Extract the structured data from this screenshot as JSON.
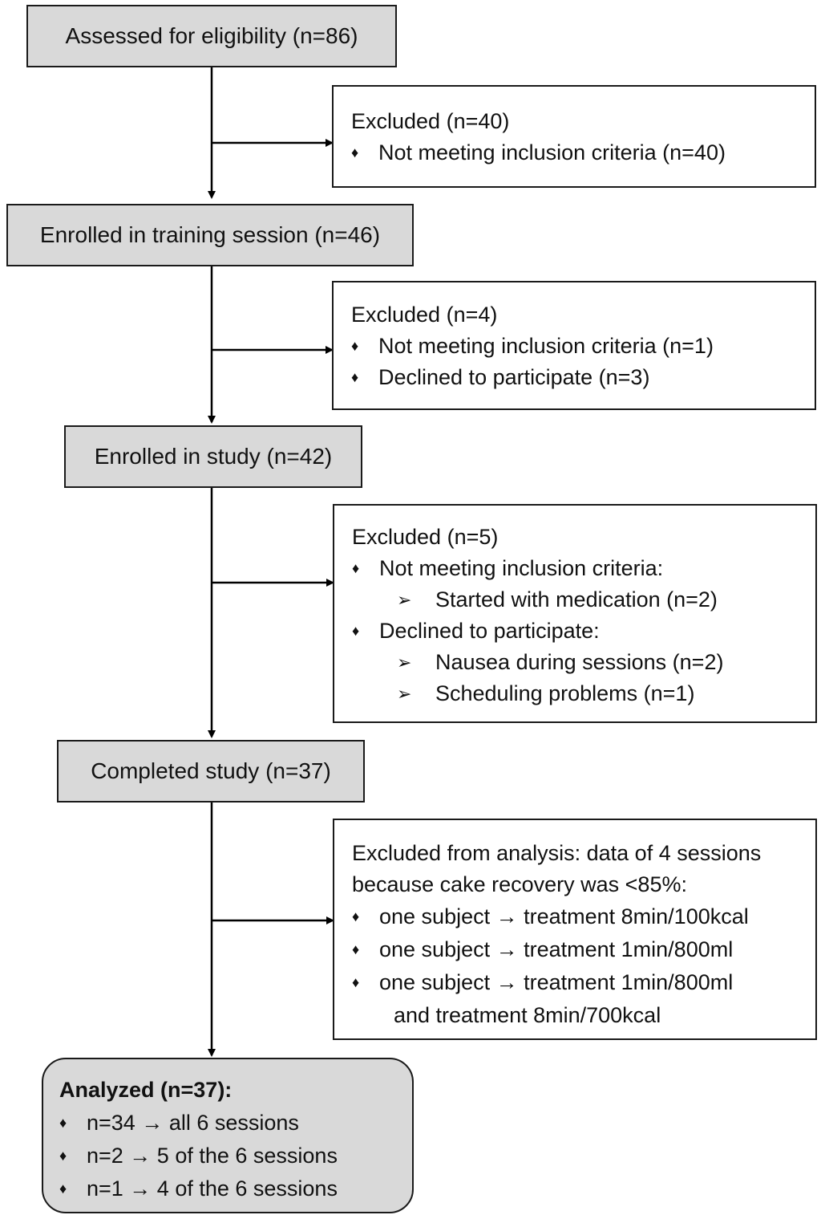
{
  "boxes": {
    "assessed": "Assessed for eligibility (n=86)",
    "training": "Enrolled in training session (n=46)",
    "study": "Enrolled in study (n=42)",
    "completed": "Completed study (n=37)"
  },
  "excluded1": {
    "title": "Excluded (n=40)",
    "items": [
      "Not meeting inclusion criteria (n=40)"
    ]
  },
  "excluded2": {
    "title": "Excluded (n=4)",
    "items": [
      "Not meeting inclusion criteria (n=1)",
      "Declined to participate (n=3)"
    ]
  },
  "excluded3": {
    "title": "Excluded (n=5)",
    "item1": "Not meeting inclusion criteria:",
    "sub1": "Started with medication (n=2)",
    "item2": "Declined to participate:",
    "sub2": "Nausea during sessions (n=2)",
    "sub3": "Scheduling problems (n=1)"
  },
  "excluded4": {
    "title_line1": "Excluded from analysis: data of 4 sessions",
    "title_line2": "because cake recovery was <85%:",
    "items": [
      "one subject → treatment 8min/100kcal",
      "one subject → treatment 1min/800ml",
      "one subject → treatment 1min/800ml"
    ],
    "continuation": "and treatment 8min/700kcal"
  },
  "analyzed": {
    "title": "Analyzed (n=37):",
    "items": [
      "n=34 → all 6 sessions",
      "n=2 → 5 of the 6 sessions",
      "n=1 → 4 of the 6 sessions"
    ]
  },
  "symbols": {
    "bullet": "♦",
    "sub_arrow": "➢"
  },
  "colors": {
    "box_fill": "#d9d9d9",
    "border": "#1a1a1a"
  }
}
